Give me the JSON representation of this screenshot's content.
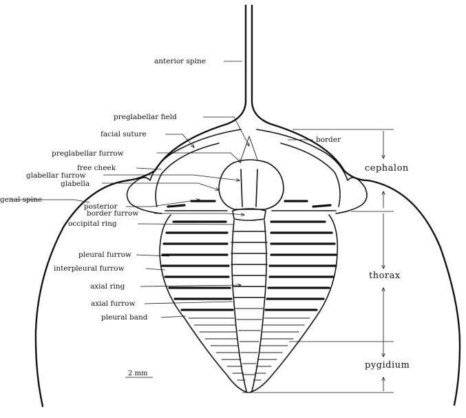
{
  "labels": {
    "anterior_spine": "anterior spine",
    "preglabellar_field": "preglabellar field",
    "facial_suture": "facial suture",
    "border": "border",
    "preglabellar_furrow": "preglabellar furrow",
    "free_cheek": "free cheek",
    "glabellar_furrow": "glabellar furrow",
    "glabella": "glabella",
    "genal_spine": "genal spine",
    "posterior": "posterior",
    "border_furrow": "border furrow",
    "occipital_ring": "occipital ring",
    "pleural_furrow": "pleural furrow",
    "interpleural_furrow": "interpleural furrow",
    "axial_ring": "axial ring",
    "axial_furrow": "axial furrow",
    "pleural_band": "pleural band"
  },
  "regions": {
    "cephalon": "cephalon",
    "thorax": "thorax",
    "pygidium": "pygidium"
  },
  "scale_bar": "2 mm"
}
